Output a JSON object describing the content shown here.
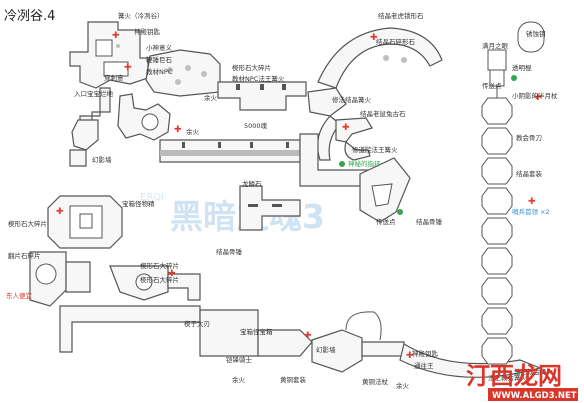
{
  "title": "冷冽谷.4",
  "watermark": {
    "main": "黑暗之魂3",
    "sub": "ERQI"
  },
  "logo": {
    "title": "汀西龙网",
    "url": "WWW.ALGD3.NET"
  },
  "labels": {
    "l1": "篝火（冷冽谷）",
    "l2": "神殿钥匙",
    "l3": "小神意义",
    "l4": "鞭锤巨石",
    "l5": "教材NPC",
    "l6": "穿刺意",
    "l7": "入口宝宝烂地",
    "l8": "结晶老虎锁形石",
    "l9": "结晶石碎形石",
    "l10": "楔形石大碎片",
    "l11": "教材NPC法王篝火",
    "l12": "修法结晶篝火",
    "l13": "余火",
    "l14": "余火",
    "l15": "幻影墙",
    "l16": "结晶老鼠兔古石",
    "l17": "修道院法王篝火",
    "l18": "神秘的指环",
    "l19": "传送点",
    "l20": "宝箱怪物精",
    "l21": "龙鳞石",
    "l22": "楔形石大碎片",
    "l23": "结晶骨锤",
    "l24": "楔形石大碎片",
    "l25": "翻片石碎片",
    "l26": "楔形石大碎片",
    "l27": "东人便宜",
    "l28": "楔子大刃",
    "l29": "宝箱怪宝箱",
    "l30": "幻影墙",
    "l31": "铠锋骑士",
    "l32": "黄铜套装",
    "l33": "神殿钥匙",
    "l34": "余火",
    "l35": "通往王",
    "l36": "黄铜法杖",
    "l37": "余火",
    "l38": "法王教会篝火",
    "l39": "5000魂",
    "l40": "结晶骨锤",
    "r1": "锈蚀钥",
    "r2": "满月之眼",
    "r3": "透明棍",
    "r4": "传送点",
    "r5": "小阴影的半月杖",
    "r6": "教会骨刀",
    "r7": "结晶套装",
    "r8": "哨兵首领 ×2",
    "r9": "法王教会篝火"
  },
  "icons": {
    "bonfire": "bonfire-icon",
    "item": "item-cross-icon",
    "npc": "npc-dot-icon"
  },
  "colors": {
    "marker": "#e23b2b",
    "npc_green": "#2fa84f",
    "blue_label": "#2d8fd5",
    "wall": "#555555"
  }
}
